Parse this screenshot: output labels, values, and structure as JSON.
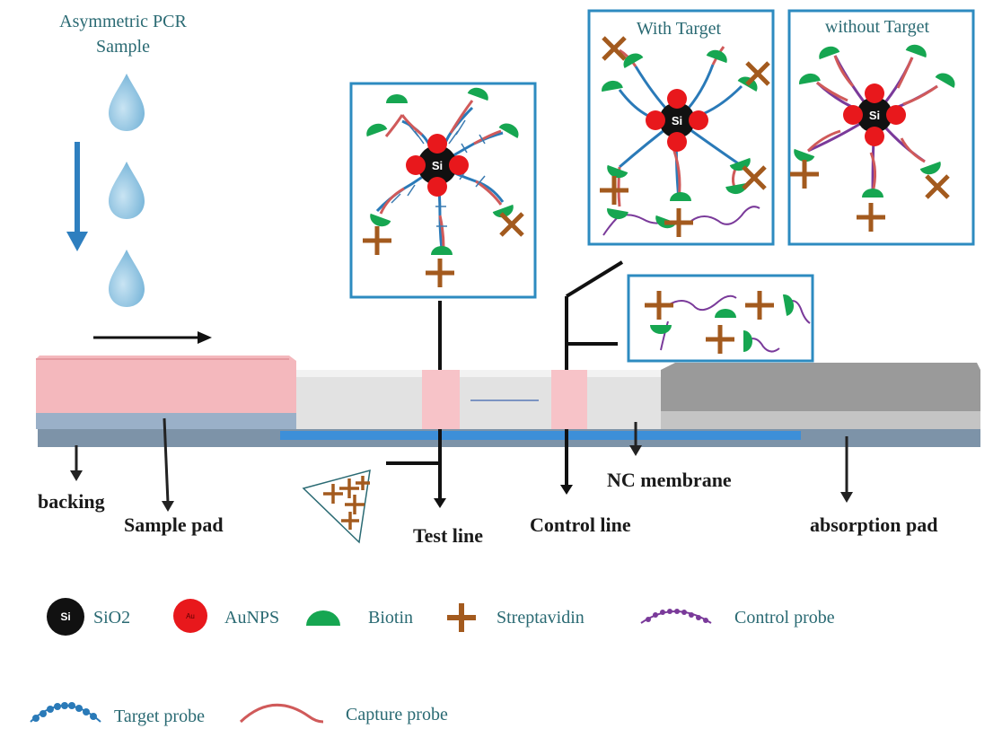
{
  "sample_title": [
    "Asymmetric PCR",
    "Sample"
  ],
  "box_with_target": "With Target",
  "box_without_target": "without Target",
  "core_label": "Si",
  "au_label": "Au",
  "strip_labels": {
    "backing": "backing",
    "sample_pad": "Sample pad",
    "test_line": "Test line",
    "control_line": "Control line",
    "nc_membrane": "NC membrane",
    "absorption_pad": "absorption pad"
  },
  "legend": {
    "sio2": "SiO2",
    "aunps": "AuNPS",
    "biotin": "Biotin",
    "streptavidin": "Streptavidin",
    "control_probe": "Control probe",
    "target_probe": "Target probe",
    "capture_probe": "Capture probe",
    "si_symbol": "Si",
    "au_symbol": "Au"
  },
  "colors": {
    "text_teal": "#2a6a73",
    "droplet": "#7fb8d8",
    "arrow_blue": "#2e7fbf",
    "sample_pad": "#f4b8bd",
    "test_line_band": "#f7c3c8",
    "nc_membrane": "#e2e2e2",
    "absorption_pad": "#9a9a9a",
    "backing_blue": "#3d8fd8",
    "aunp_red": "#e8181c",
    "biotin_green": "#16a651",
    "streptavidin_brown": "#a35a1e",
    "target_probe_blue": "#2a7ab8",
    "capture_probe_red": "#d05a5a",
    "control_probe_purple": "#7a3a9a",
    "box_border": "#2d8bc0"
  }
}
